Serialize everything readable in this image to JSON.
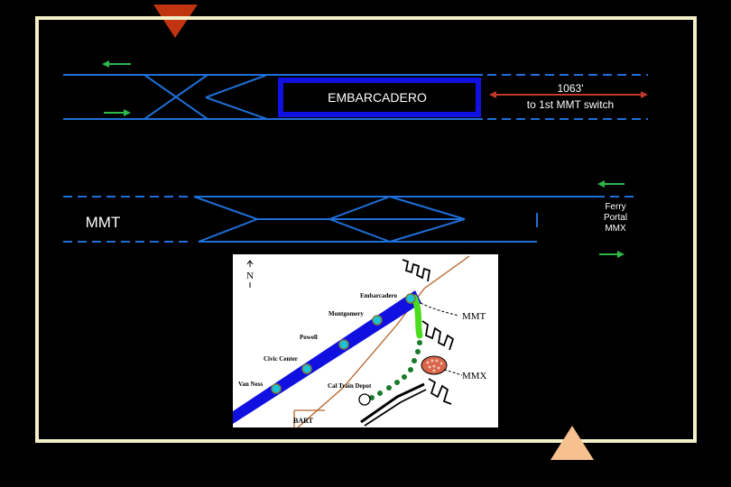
{
  "station_name": "EMBARCADERO",
  "distance": {
    "length": "1063'",
    "note": "to 1st MMT switch"
  },
  "mmt_label": "MMT",
  "portal_label": {
    "line1": "Ferry",
    "line2": "Portal",
    "line3": "MMX"
  },
  "map": {
    "north": "N",
    "stations": [
      "Embarcadero",
      "Montgomery",
      "Powell",
      "Civic Center",
      "Van Ness"
    ],
    "caltrain": "Cal Train Depot",
    "bart": "BART",
    "mmt": "MMT",
    "mmx": "MMX"
  },
  "colors": {
    "frame": "#f3efc8",
    "track": "#1e6fd9",
    "station_box": "#1010e0",
    "arrow_green": "#2db84a",
    "arrow_red": "#c0392b",
    "marker_top": "#c0350f",
    "marker_bottom": "#f7c08f"
  }
}
